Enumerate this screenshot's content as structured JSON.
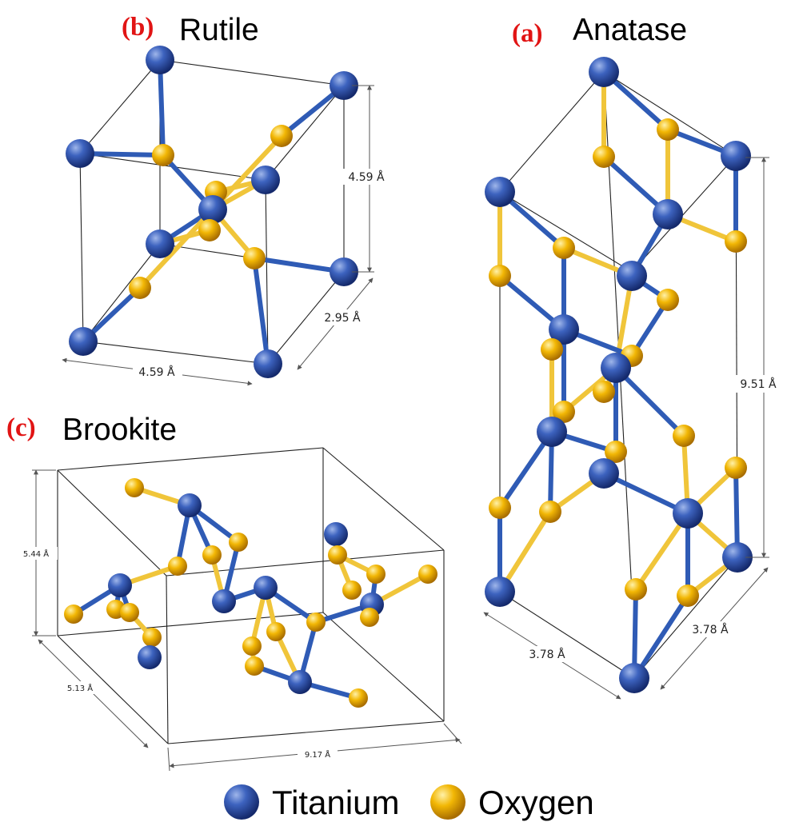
{
  "panels": {
    "rutile": {
      "letter": "(b)",
      "title": "Rutile",
      "dims": [
        "4.59 Å",
        "2.95 Å",
        "4.59 Å"
      ]
    },
    "anatase": {
      "letter": "(a)",
      "title": "Anatase",
      "dims": [
        "9.51 Å",
        "3.78 Å",
        "3.78 Å"
      ]
    },
    "brookite": {
      "letter": "(c)",
      "title": "Brookite",
      "dims": [
        "5.44 Å",
        "5.13 Å",
        "9.17 Å"
      ]
    }
  },
  "legend": {
    "titanium": "Titanium",
    "oxygen": "Oxygen"
  },
  "colors": {
    "titanium": "#2b4ea8",
    "oxygen": "#f2b705",
    "panel_letter": "#e11414"
  }
}
